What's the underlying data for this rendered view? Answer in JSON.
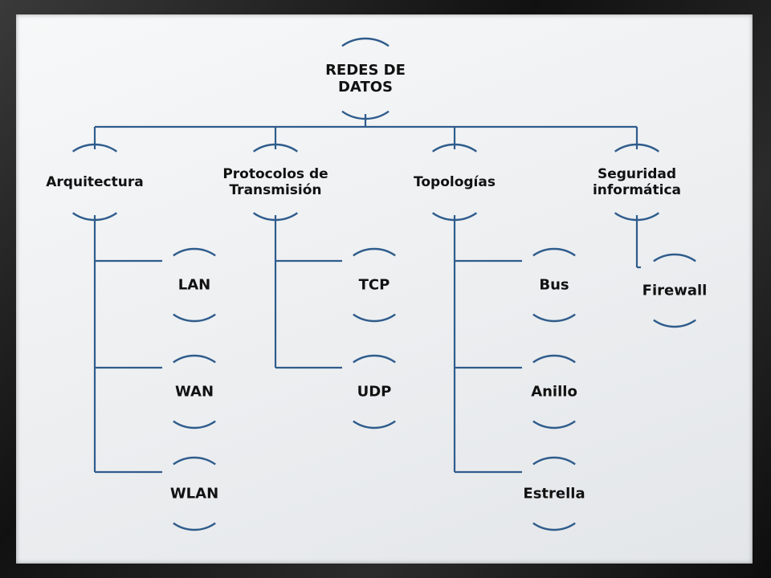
{
  "root": {
    "lines": [
      "REDES DE",
      "DATOS"
    ]
  },
  "categories": [
    {
      "id": "arquitectura",
      "lines": [
        "Arquitectura"
      ],
      "children": [
        "LAN",
        "WAN",
        "WLAN"
      ]
    },
    {
      "id": "protocolos",
      "lines": [
        "Protocolos de",
        "Transmisión"
      ],
      "children": [
        "TCP",
        "UDP"
      ]
    },
    {
      "id": "topologias",
      "lines": [
        "Topologías"
      ],
      "children": [
        "Bus",
        "Anillo",
        "Estrella"
      ]
    },
    {
      "id": "seguridad",
      "lines": [
        "Seguridad",
        "informática"
      ],
      "children": [
        "Firewall"
      ]
    }
  ],
  "colors": {
    "connector": "#2f5c8c",
    "text": "#111111",
    "frame": "#1a1a1a",
    "board": "#eef0f2"
  }
}
